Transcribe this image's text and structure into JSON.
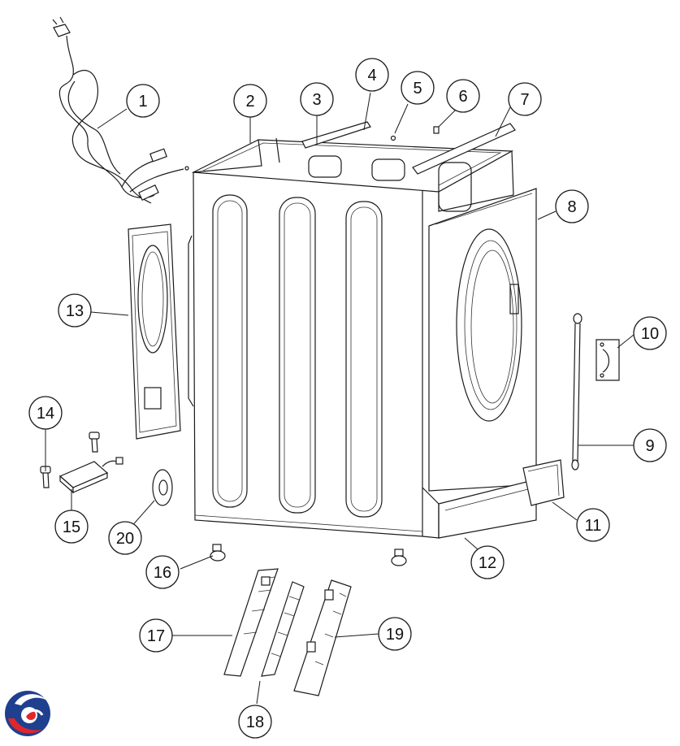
{
  "logo": {
    "name": "brand-logo",
    "colors": {
      "blue": "#1f3f8f",
      "red": "#e0262b"
    }
  },
  "callouts": [
    "1",
    "2",
    "3",
    "4",
    "5",
    "6",
    "7",
    "8",
    "9",
    "10",
    "11",
    "12",
    "13",
    "14",
    "15",
    "16",
    "17",
    "18",
    "19",
    "20"
  ]
}
